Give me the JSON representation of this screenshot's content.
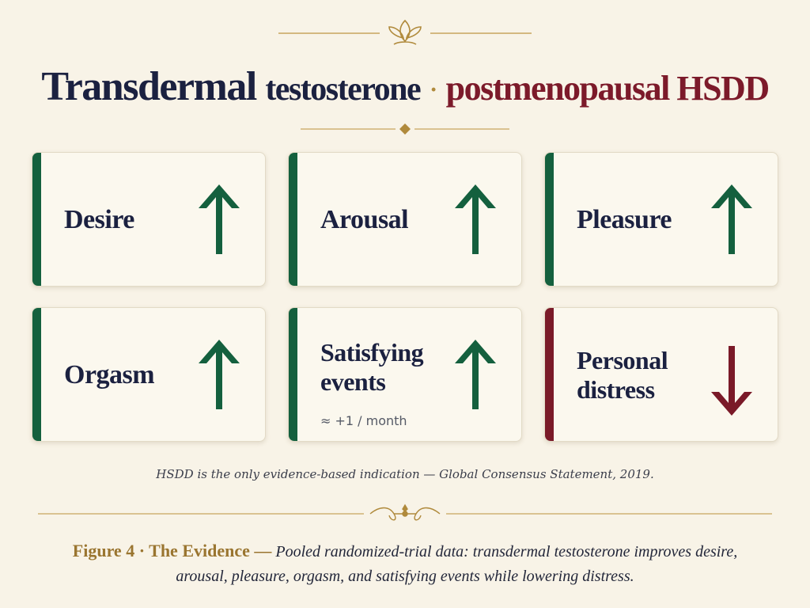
{
  "title": {
    "part1": "Transdermal",
    "part2": "testosterone",
    "separator": "·",
    "part3": "postmenopausal HSDD"
  },
  "cards": [
    {
      "label": "Desire",
      "direction": "up",
      "color": "#14603e"
    },
    {
      "label": "Arousal",
      "direction": "up",
      "color": "#14603e"
    },
    {
      "label": "Pleasure",
      "direction": "up",
      "color": "#14603e"
    },
    {
      "label": "Orgasm",
      "direction": "up",
      "color": "#14603e"
    },
    {
      "label_line1": "Satisfying",
      "label_line2": "events",
      "note": "≈ +1 / month",
      "direction": "up",
      "color": "#14603e"
    },
    {
      "label_line1": "Personal",
      "label_line2": "distress",
      "direction": "down",
      "color": "#7a1a28"
    }
  ],
  "caption": "HSDD is the only evidence-based indication — Global Consensus Statement, 2019.",
  "figure_caption": {
    "label": "Figure 4 · The Evidence —",
    "text": "Pooled randomized-trial data: transdermal testosterone improves desire, arousal, pleasure, orgasm, and satisfying events while lowering distress."
  },
  "colors": {
    "accent_gold": "#b08a3c",
    "navy": "#1b2140",
    "maroon": "#7c1a2a",
    "green": "#14603e",
    "background": "#f8f3e7"
  },
  "icons": {
    "up": "up-arrow-icon",
    "down": "down-arrow-icon",
    "top_ornament": "fleur-icon"
  }
}
